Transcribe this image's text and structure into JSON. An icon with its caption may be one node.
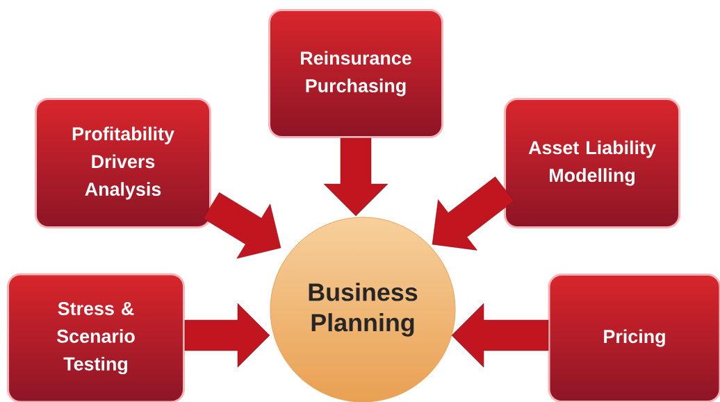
{
  "diagram": {
    "nodes": [
      {
        "text": [
          "Business Planning"
        ]
      },
      {
        "text": [
          "Reinsurance Purchasing"
        ]
      },
      {
        "text": [
          "Profitability Drivers Analysis"
        ]
      },
      {
        "text": [
          "Asset Liability Modelling"
        ]
      },
      {
        "text": [
          "Stress & Scenario Testing"
        ]
      },
      {
        "text": [
          "Pricing"
        ]
      }
    ],
    "edges": [
      {
        "from": 1,
        "to": 0,
        "arrow": "to"
      },
      {
        "from": 2,
        "to": 0,
        "arrow": "to"
      },
      {
        "from": 3,
        "to": 0,
        "arrow": "to"
      },
      {
        "from": 4,
        "to": 0,
        "arrow": "to"
      },
      {
        "from": 5,
        "to": 0,
        "arrow": "to"
      }
    ]
  }
}
